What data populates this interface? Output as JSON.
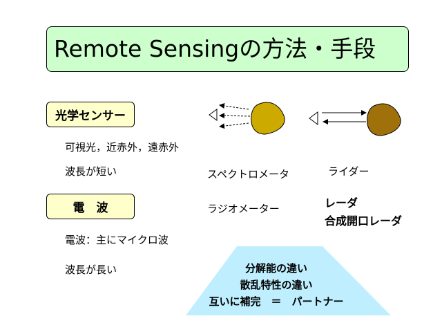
{
  "title": "Remote Sensingの方法・手段",
  "optical": {
    "label": "光学センサー",
    "bands": "可視光，近赤外，遠赤外",
    "wavelength": "波長が短い",
    "spectrometer": "スペクトロメータ",
    "lidar": "ライダー"
  },
  "radio": {
    "label": "電　波",
    "bands": "電波：主にマイクロ波",
    "wavelength": "波長が長い",
    "radiometer": "ラジオメーター",
    "radar": "レーダ",
    "sar": "合成開口レーダ"
  },
  "partner": {
    "line1": "分解能の違い",
    "line2": "散乱特性の違い",
    "line3": "互いに補完　＝　パートナー"
  },
  "colors": {
    "title_bg": "#ccffcc",
    "label_bg": "#ffffcc",
    "passive_target": "#ccaa00",
    "active_target": "#a0700a",
    "trapezoid": "#bfefff"
  }
}
